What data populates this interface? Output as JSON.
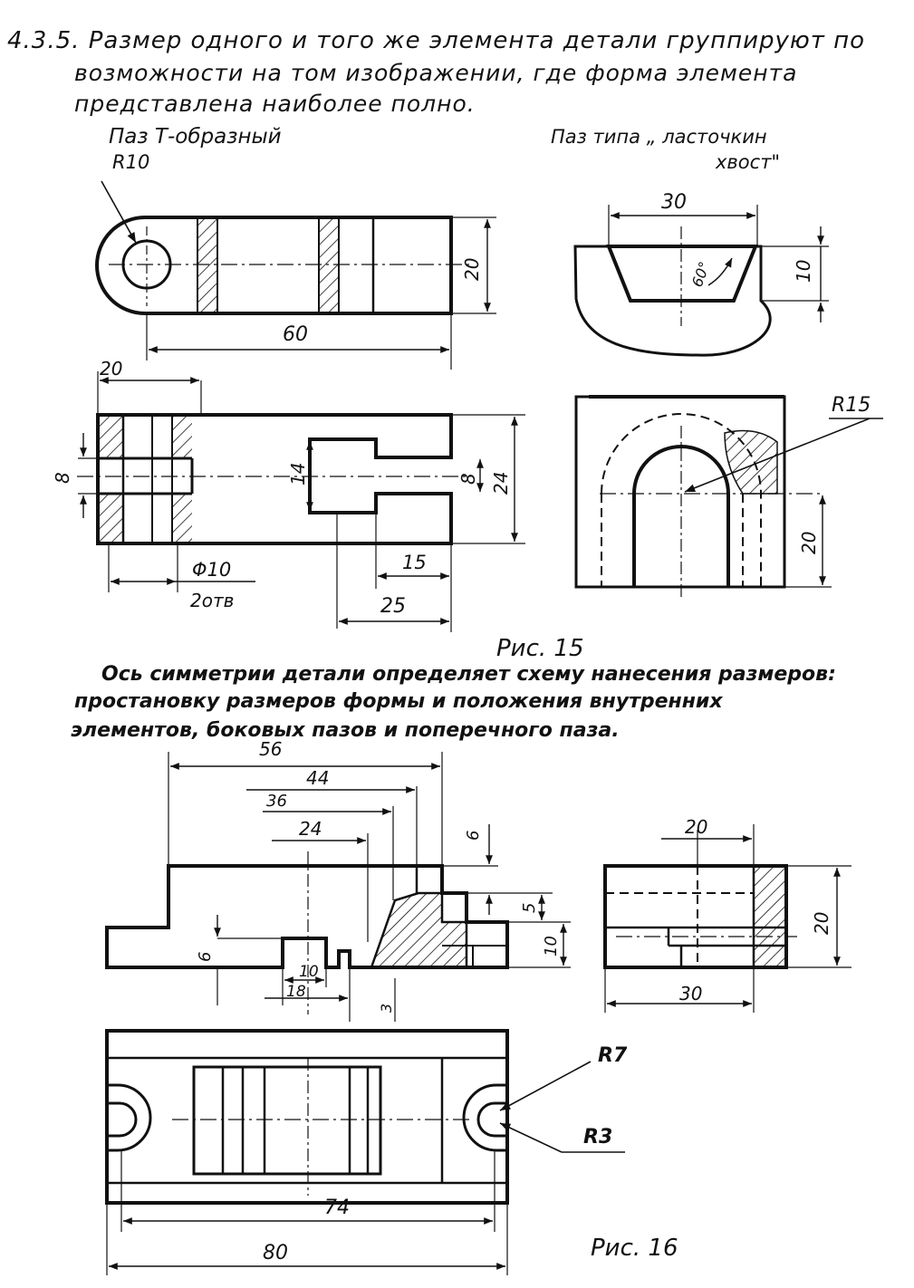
{
  "section": {
    "number": "4.3.5.",
    "lines": [
      "Размер одного и того же элемента детали группируют по",
      "возможности на том изображении, где форма элемента",
      "представлена наиболее полно."
    ]
  },
  "fig15": {
    "label_tslot": "Паз  Т-образный",
    "label_dovetail_1": "Паз типа „ ласточкин",
    "label_dovetail_2": "хвост\"",
    "dims": {
      "r10": "R10",
      "d20a": "20",
      "d60": "60",
      "d20b": "20",
      "d8a": "8",
      "d14": "14",
      "d8b": "8",
      "d24": "24",
      "phi10": "Φ10",
      "holes": "2отв",
      "d15": "15",
      "d25": "25",
      "d30": "30",
      "a60": "60°",
      "d10": "10",
      "r15": "R15",
      "d20c": "20"
    },
    "caption": "Рис. 15"
  },
  "explain": {
    "lines": [
      "Ось симметрии детали определяет схему нанесения размеров:",
      "простановку размеров формы и положения внутренних",
      "элементов, боковых пазов и поперечного паза."
    ]
  },
  "fig16": {
    "dims": {
      "d56": "56",
      "d44": "44",
      "d36": "36",
      "d24": "24",
      "d6a": "6",
      "d5": "5",
      "d10a": "10",
      "d6b": "6",
      "d10b": "10",
      "d18": "18",
      "d3": "3",
      "d20a": "20",
      "d20b": "20",
      "d30": "30",
      "r7": "R7",
      "r3": "R3",
      "d74": "74",
      "d80": "80"
    },
    "caption": "Рис. 16"
  }
}
